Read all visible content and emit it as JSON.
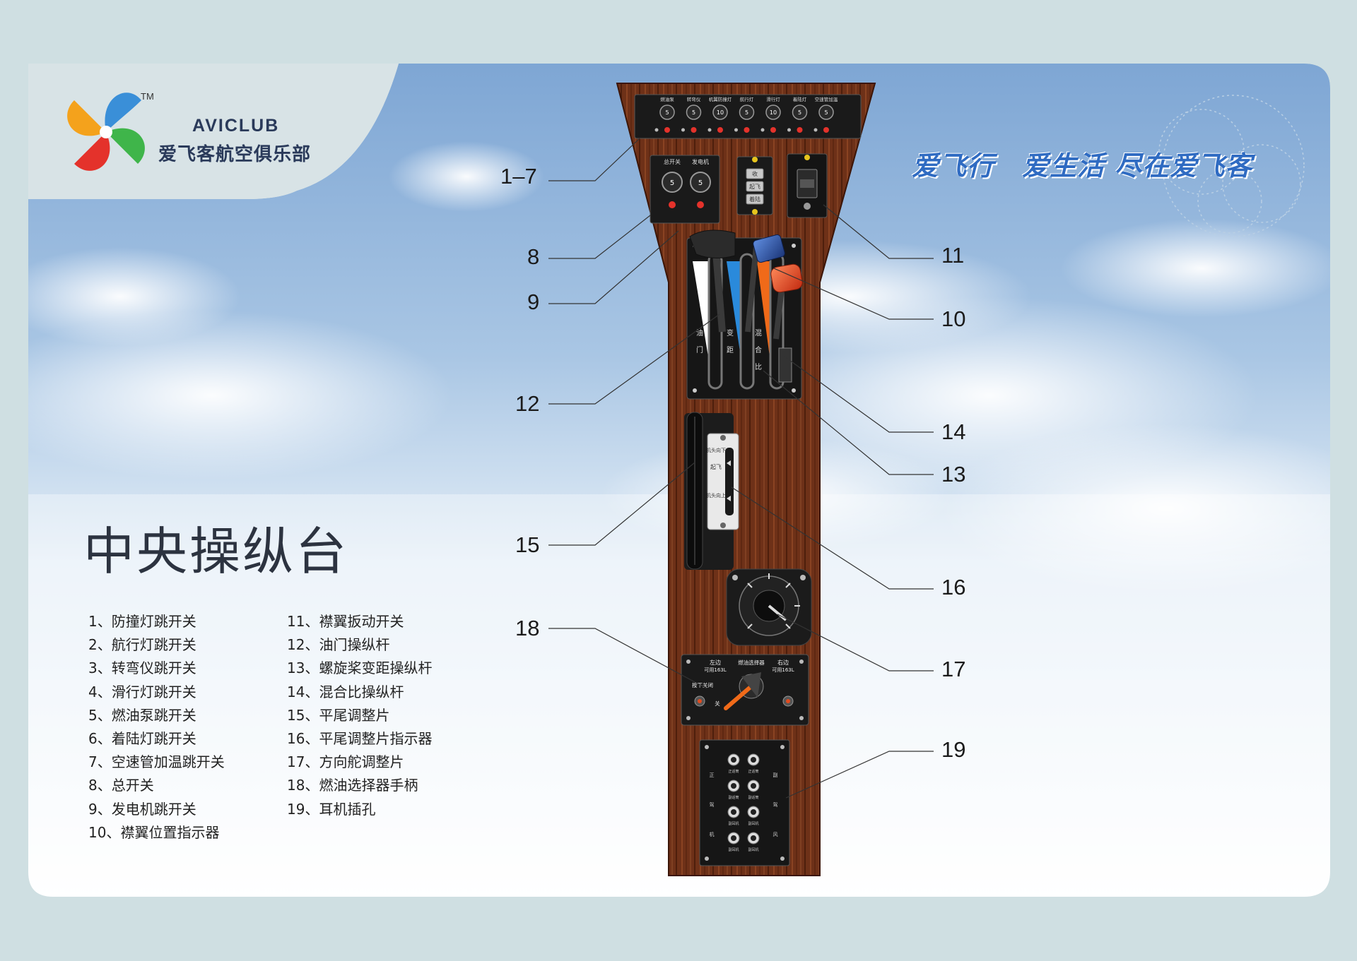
{
  "brand": {
    "name_en": "AVICLUB",
    "name_cn": "爱飞客航空俱乐部",
    "trademark": "TM"
  },
  "slogan": "爱飞行　爱生活 尽在爱飞客",
  "title": "中央操纵台",
  "legend_left": [
    "1、防撞灯跳开关",
    "2、航行灯跳开关",
    "3、转弯仪跳开关",
    "4、滑行灯跳开关",
    "5、燃油泵跳开关",
    "6、着陆灯跳开关",
    "7、空速管加温跳开关",
    "8、总开关",
    "9、发电机跳开关",
    "10、襟翼位置指示器"
  ],
  "legend_right": [
    "11、襟翼扳动开关",
    "12、油门操纵杆",
    "13、螺旋桨变距操纵杆",
    "14、混合比操纵杆",
    "15、平尾调整片",
    "16、平尾调整片指示器",
    "17、方向舵调整片",
    "18、燃油选择器手柄",
    "19、耳机插孔"
  ],
  "callouts": {
    "c1_7": "1–7",
    "c8": "8",
    "c9": "9",
    "c10": "10",
    "c11": "11",
    "c12": "12",
    "c13": "13",
    "c14": "14",
    "c15": "15",
    "c16": "16",
    "c17": "17",
    "c18": "18",
    "c19": "19"
  },
  "panel": {
    "breaker_labels": [
      "燃油泵",
      "转弯仪",
      "机翼防撞灯",
      "航行灯",
      "滑行灯",
      "着陆灯",
      "空速管加温"
    ],
    "breaker_values": [
      "5",
      "5",
      "10",
      "5",
      "10",
      "5",
      "5"
    ],
    "master_labels": [
      "总开关",
      "发电机"
    ],
    "master_values": [
      "5",
      "5"
    ],
    "flap_positions": [
      "收",
      "起飞",
      "着陆"
    ],
    "lever_labels": {
      "throttle": "油门",
      "prop": "变距",
      "mixture": "混合比"
    },
    "trim_labels": {
      "nose_down": "机头向下",
      "takeoff": "起飞",
      "nose_up": "机头向上"
    },
    "fuel": {
      "left_line1": "左边",
      "left_line2": "可用163L",
      "center": "燃油选择器",
      "right_line1": "右边",
      "right_line2": "可用163L",
      "push_off": "按下关闭",
      "off": "关"
    },
    "jack_labels": {
      "left_col": [
        "正",
        "驾",
        "机"
      ],
      "right_col": [
        "副",
        "驾",
        "风"
      ],
      "rows_a": [
        "正",
        "副",
        "副",
        "副"
      ],
      "rows_b": [
        "话筒",
        "话筒",
        "耳机",
        "耳机"
      ]
    }
  },
  "colors": {
    "wood": "#6b2f17",
    "accent_blue": "#2f6bc2",
    "knob_red": "#e24b1f",
    "knob_blue": "#2a4fa8",
    "text_dark": "#2c3340"
  }
}
